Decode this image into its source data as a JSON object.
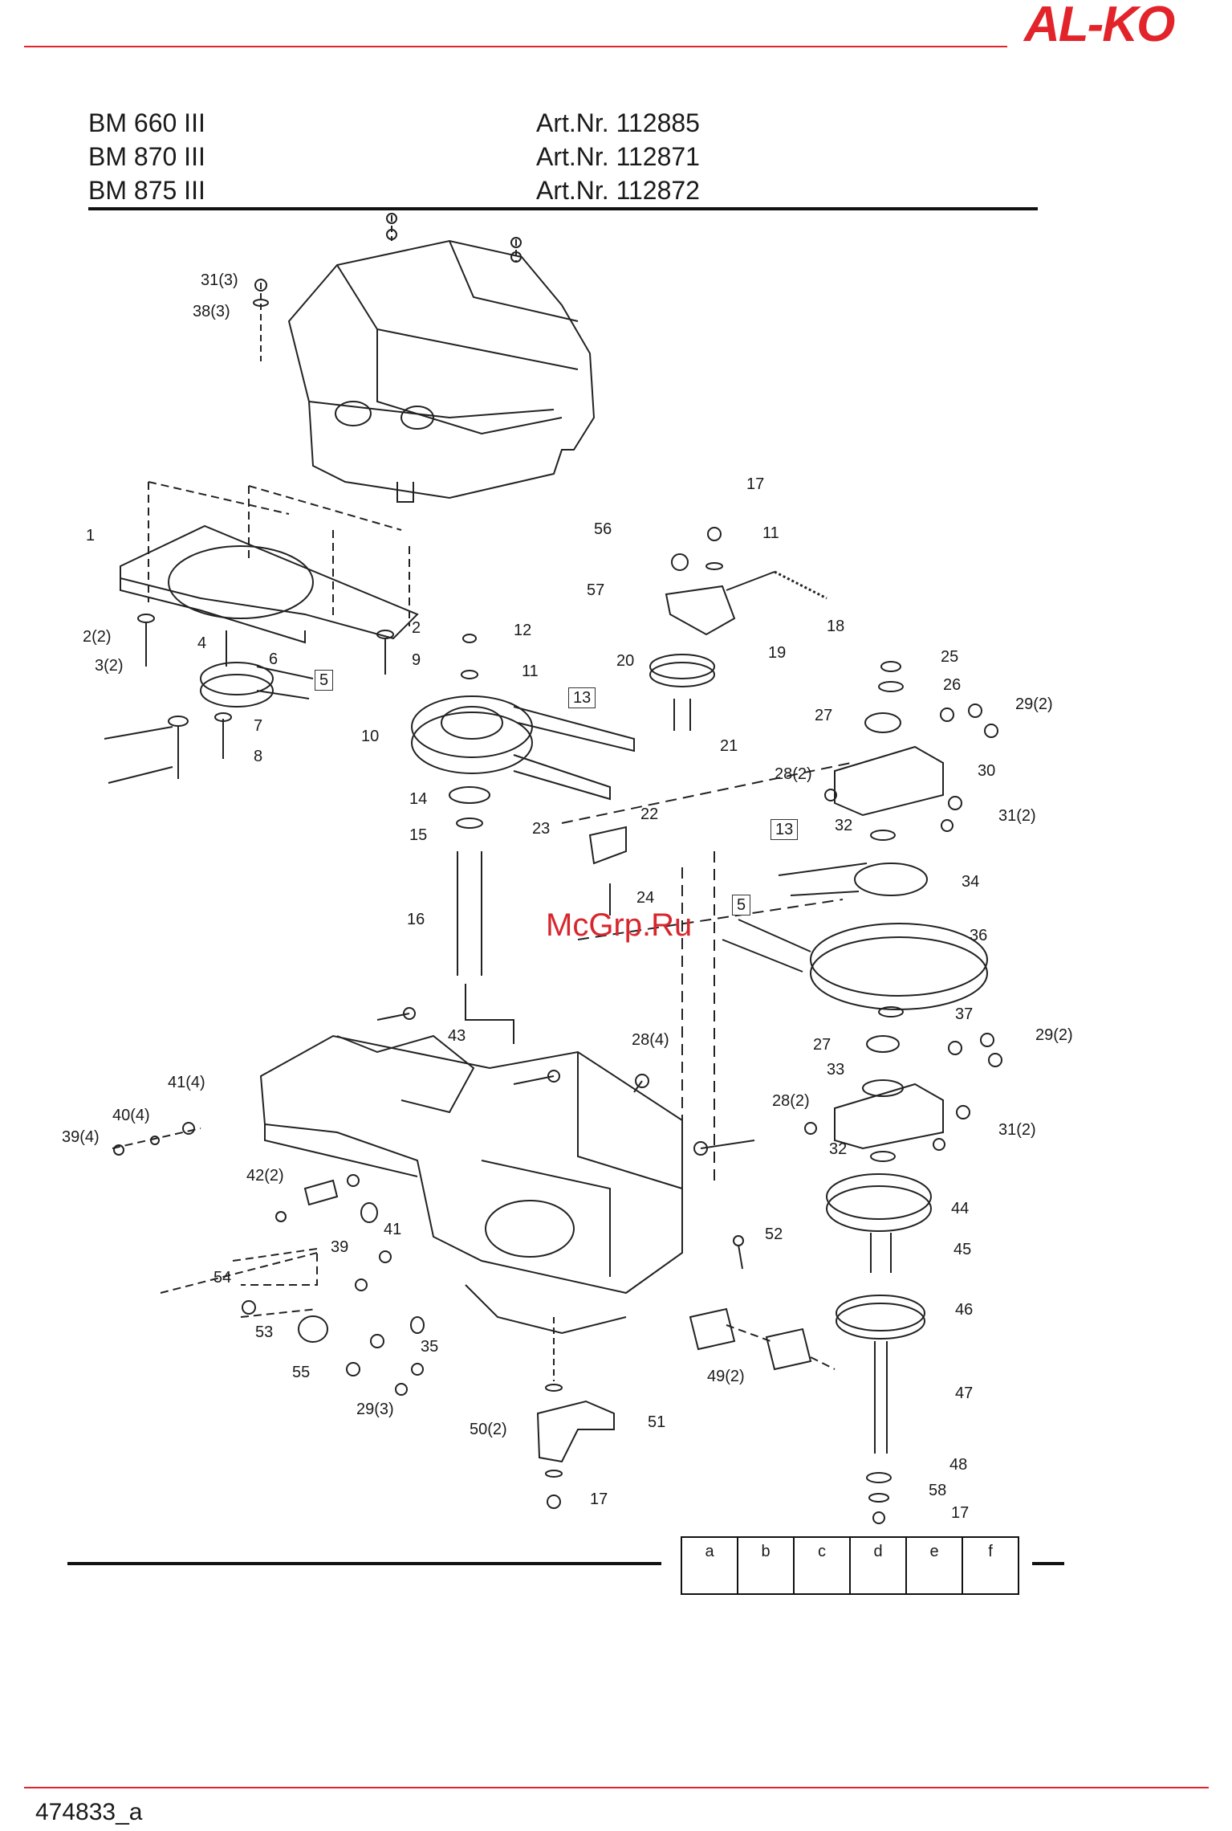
{
  "header": {
    "brand": "AL-KO"
  },
  "title_block": {
    "models": [
      "BM 660 III",
      "BM 870 III",
      "BM 875 III"
    ],
    "art_numbers": [
      "Art.Nr. 112885",
      "Art.Nr. 112871",
      "Art.Nr. 112872"
    ]
  },
  "watermark": "McGrp.Ru",
  "part_labels": [
    "31(3)",
    "38(3)",
    "1",
    "2(2)",
    "3(2)",
    "4",
    "6",
    "5",
    "7",
    "8",
    "2",
    "9",
    "12",
    "11",
    "13",
    "10",
    "14",
    "15",
    "16",
    "56",
    "17",
    "11",
    "57",
    "20",
    "19",
    "18",
    "21",
    "22",
    "23",
    "24",
    "25",
    "26",
    "27",
    "29(2)",
    "30",
    "28(2)",
    "31(2)",
    "32",
    "13",
    "34",
    "5",
    "36",
    "37",
    "43",
    "28(4)",
    "27",
    "29(2)",
    "33",
    "28(2)",
    "31(2)",
    "32",
    "44",
    "45",
    "46",
    "47",
    "48",
    "58",
    "17",
    "41(4)",
    "40(4)",
    "39(4)",
    "42(2)",
    "52",
    "41",
    "39",
    "54",
    "53",
    "35",
    "55",
    "29(3)",
    "49(2)",
    "50(2)",
    "51",
    "17"
  ],
  "revision_table": {
    "columns": [
      "a",
      "b",
      "c",
      "d",
      "e",
      "f"
    ]
  },
  "footer": {
    "doc_number": "474833_a"
  }
}
